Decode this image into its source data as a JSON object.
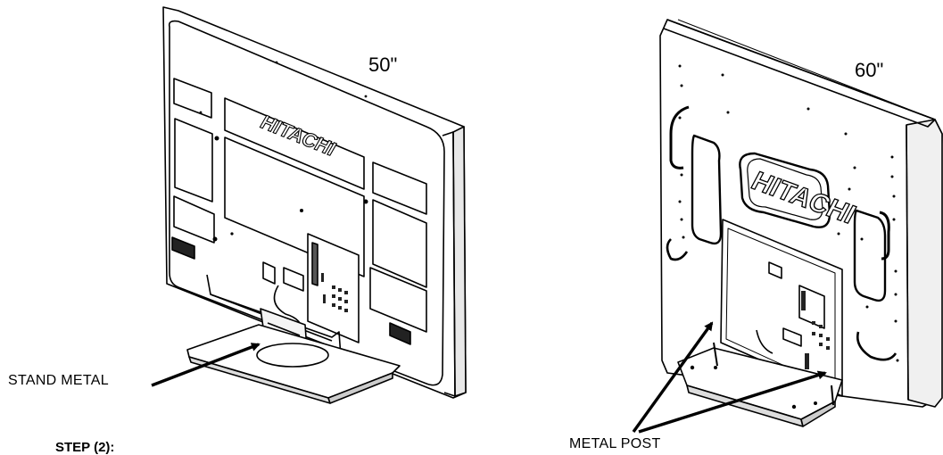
{
  "labels": {
    "size_50": "50\"",
    "size_60": "60\"",
    "stand_metal": "STAND  METAL",
    "metal_post": "METAL POST",
    "step": "STEP (2):"
  },
  "brand": {
    "left_logo": "HITACHI",
    "right_logo": "HITACHI"
  }
}
